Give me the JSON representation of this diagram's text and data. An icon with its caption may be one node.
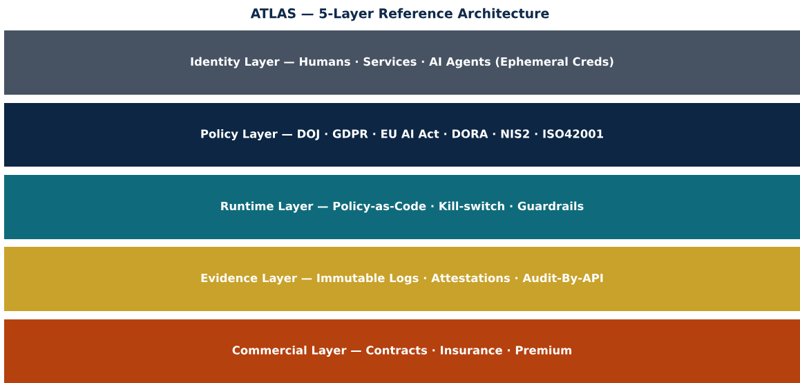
{
  "diagram": {
    "title": "ATLAS — 5-Layer Reference Architecture",
    "nodes": [
      {
        "text": [
          "Identity Layer — Humans · Services · AI Agents (Ephemeral Creds)"
        ]
      },
      {
        "text": [
          "Policy Layer — DOJ · GDPR · EU AI Act · DORA · NIS2 · ISO42001"
        ]
      },
      {
        "text": [
          "Runtime Layer — Policy-as-Code · Kill-switch · Guardrails"
        ]
      },
      {
        "text": [
          "Evidence Layer — Immutable Logs · Attestations · Audit-By-API"
        ]
      },
      {
        "text": [
          "Commercial Layer — Contracts · Insurance · Premium"
        ]
      }
    ]
  }
}
